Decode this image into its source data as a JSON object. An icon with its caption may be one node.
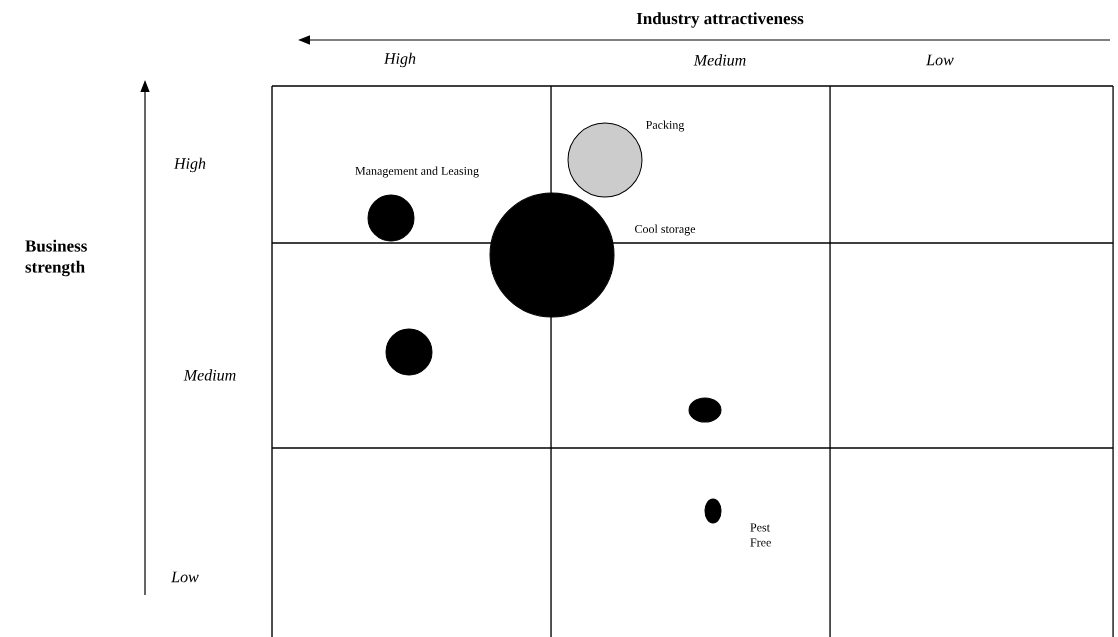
{
  "diagram": {
    "nodes": [
      {
        "text": [],
        "shape": "circle",
        "beside": [
          "Packing"
        ]
      },
      {
        "text": [],
        "shape": "circle",
        "beside": [
          "Management and Leasing"
        ]
      },
      {
        "text": [],
        "shape": "circle",
        "beside": [
          "Cool storage"
        ]
      },
      {
        "text": [],
        "shape": "circle"
      },
      {
        "text": [],
        "shape": "circle"
      },
      {
        "text": [],
        "shape": "circle",
        "beside": [
          "Pest Free"
        ]
      }
    ],
    "labels": [
      "Industry attractiveness",
      "High",
      "Medium",
      "Low",
      "High",
      "Business strength",
      "Medium",
      "Low"
    ]
  }
}
